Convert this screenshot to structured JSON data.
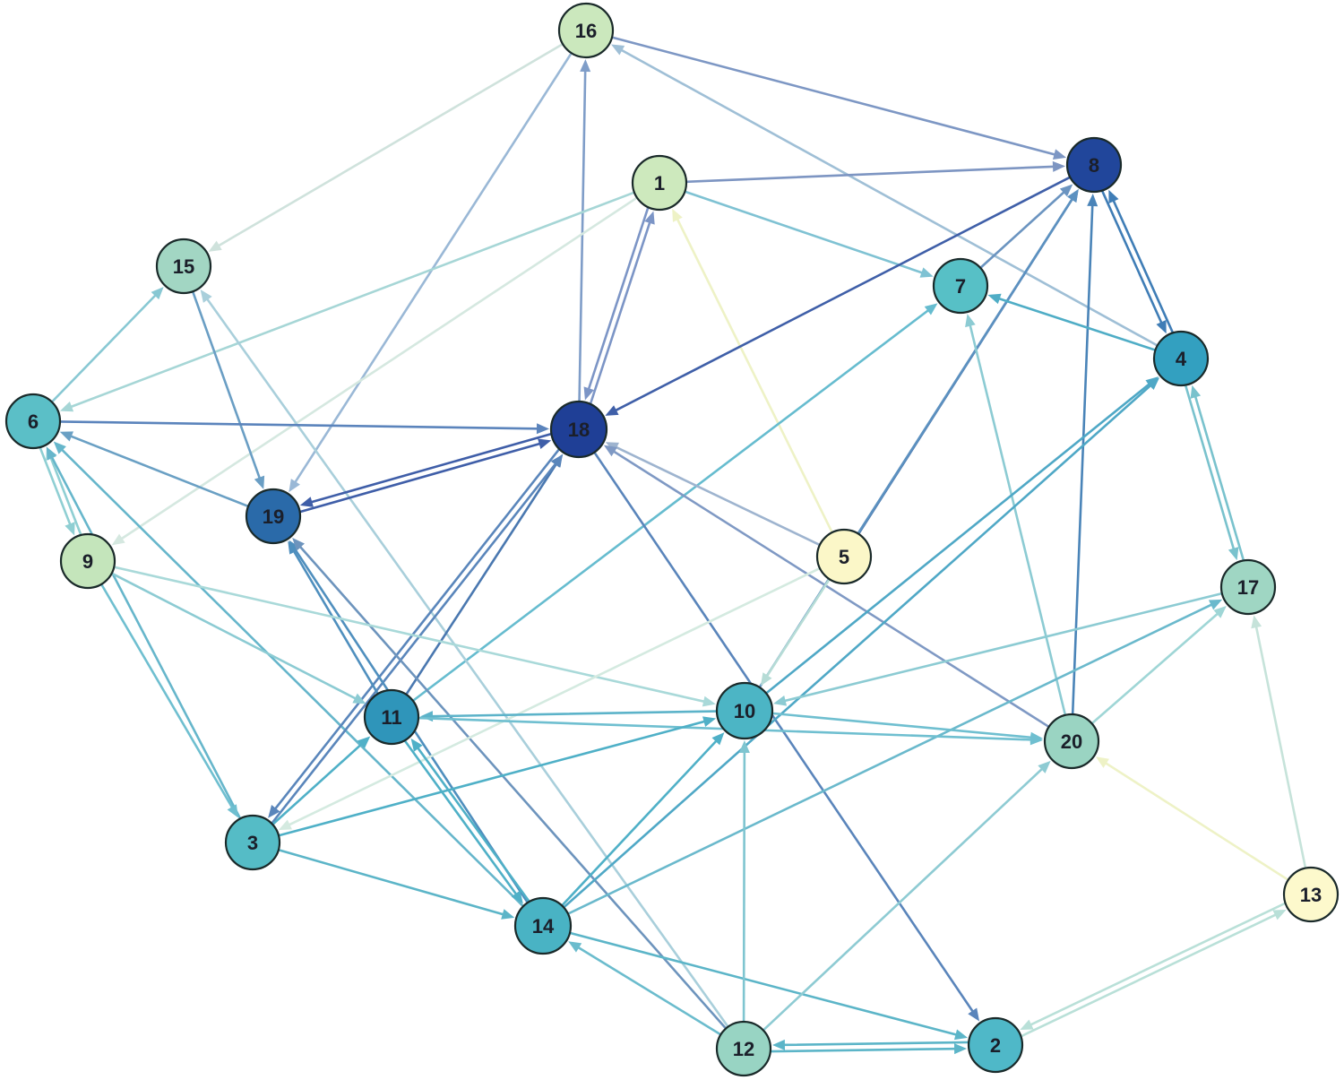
{
  "nodes": [
    {
      "id": "1",
      "label": "1",
      "color": "#cde9bd"
    },
    {
      "id": "2",
      "label": "2",
      "color": "#4fb8c8"
    },
    {
      "id": "3",
      "label": "3",
      "color": "#55bcc6"
    },
    {
      "id": "4",
      "label": "4",
      "color": "#33a0c0"
    },
    {
      "id": "5",
      "label": "5",
      "color": "#fbf7c8"
    },
    {
      "id": "6",
      "label": "6",
      "color": "#5bbfc7"
    },
    {
      "id": "7",
      "label": "7",
      "color": "#57c0c6"
    },
    {
      "id": "8",
      "label": "8",
      "color": "#21469b"
    },
    {
      "id": "9",
      "label": "9",
      "color": "#c4e5bb"
    },
    {
      "id": "10",
      "label": "10",
      "color": "#4cb5c5"
    },
    {
      "id": "11",
      "label": "11",
      "color": "#2f95ba"
    },
    {
      "id": "12",
      "label": "12",
      "color": "#98d4c3"
    },
    {
      "id": "13",
      "label": "13",
      "color": "#fdf9cc"
    },
    {
      "id": "14",
      "label": "14",
      "color": "#49b3c4"
    },
    {
      "id": "15",
      "label": "15",
      "color": "#a2d6c3"
    },
    {
      "id": "16",
      "label": "16",
      "color": "#cbe8bd"
    },
    {
      "id": "17",
      "label": "17",
      "color": "#9fd6c3"
    },
    {
      "id": "18",
      "label": "18",
      "color": "#1f3f96"
    },
    {
      "id": "19",
      "label": "19",
      "color": "#2a6aa9"
    },
    {
      "id": "20",
      "label": "20",
      "color": "#9ad4c2"
    }
  ],
  "edges": [
    {
      "source": "16",
      "target": "8",
      "color": "#7d97c4"
    },
    {
      "source": "16",
      "target": "15",
      "color": "#cfe2dc"
    },
    {
      "source": "16",
      "target": "19",
      "color": "#9ab8d6"
    },
    {
      "source": "18",
      "target": "16",
      "color": "#7f9dc8"
    },
    {
      "source": "4",
      "target": "16",
      "color": "#9fbfd6"
    },
    {
      "source": "1",
      "target": "8",
      "color": "#7d95c2"
    },
    {
      "source": "1",
      "target": "7",
      "color": "#7fc2d3"
    },
    {
      "source": "1",
      "target": "6",
      "color": "#a6d6d6"
    },
    {
      "source": "1",
      "target": "9",
      "color": "#d5e8e0"
    },
    {
      "source": "18",
      "target": "1",
      "color": "#7c95c6"
    },
    {
      "source": "1",
      "target": "18",
      "color": "#7c95c6"
    },
    {
      "source": "5",
      "target": "1",
      "color": "#eef2c6"
    },
    {
      "source": "8",
      "target": "18",
      "color": "#3f5fa8"
    },
    {
      "source": "7",
      "target": "8",
      "color": "#6b94c0"
    },
    {
      "source": "4",
      "target": "8",
      "color": "#3f7db6"
    },
    {
      "source": "8",
      "target": "4",
      "color": "#3f7db6"
    },
    {
      "source": "5",
      "target": "8",
      "color": "#4a76ad"
    },
    {
      "source": "20",
      "target": "8",
      "color": "#4a84b8"
    },
    {
      "source": "10",
      "target": "8",
      "color": "#5c91c0"
    },
    {
      "source": "4",
      "target": "7",
      "color": "#4fadc6"
    },
    {
      "source": "11",
      "target": "7",
      "color": "#66bccf"
    },
    {
      "source": "20",
      "target": "7",
      "color": "#8ccbd3"
    },
    {
      "source": "6",
      "target": "15",
      "color": "#88c8d3"
    },
    {
      "source": "15",
      "target": "19",
      "color": "#6a9ec4"
    },
    {
      "source": "12",
      "target": "15",
      "color": "#a9cfdb"
    },
    {
      "source": "6",
      "target": "18",
      "color": "#5b84bc"
    },
    {
      "source": "19",
      "target": "6",
      "color": "#6aa0c4"
    },
    {
      "source": "6",
      "target": "9",
      "color": "#8fcfd3"
    },
    {
      "source": "9",
      "target": "6",
      "color": "#8fcfd3"
    },
    {
      "source": "14",
      "target": "6",
      "color": "#66b6cb"
    },
    {
      "source": "3",
      "target": "6",
      "color": "#66b6cb"
    },
    {
      "source": "18",
      "target": "19",
      "color": "#3f5ea8"
    },
    {
      "source": "19",
      "target": "18",
      "color": "#3f5ea8"
    },
    {
      "source": "11",
      "target": "18",
      "color": "#4a78b0"
    },
    {
      "source": "3",
      "target": "18",
      "color": "#5a86bb"
    },
    {
      "source": "18",
      "target": "3",
      "color": "#5a86bb"
    },
    {
      "source": "5",
      "target": "18",
      "color": "#9eb4cf"
    },
    {
      "source": "20",
      "target": "18",
      "color": "#7f99c4"
    },
    {
      "source": "18",
      "target": "2",
      "color": "#5a85bb"
    },
    {
      "source": "11",
      "target": "19",
      "color": "#4f8fbe"
    },
    {
      "source": "14",
      "target": "19",
      "color": "#4f8fbe"
    },
    {
      "source": "12",
      "target": "19",
      "color": "#6d94bd"
    },
    {
      "source": "9",
      "target": "11",
      "color": "#8ccbd3"
    },
    {
      "source": "9",
      "target": "10",
      "color": "#a9d9d9"
    },
    {
      "source": "5",
      "target": "10",
      "color": "#b6dcd6"
    },
    {
      "source": "5",
      "target": "3",
      "color": "#d4eae0"
    },
    {
      "source": "10",
      "target": "4",
      "color": "#4fa8c6"
    },
    {
      "source": "14",
      "target": "4",
      "color": "#4fa8c6"
    },
    {
      "source": "4",
      "target": "17",
      "color": "#79c2cd"
    },
    {
      "source": "17",
      "target": "4",
      "color": "#79c2cd"
    },
    {
      "source": "17",
      "target": "10",
      "color": "#8ccbd3"
    },
    {
      "source": "14",
      "target": "17",
      "color": "#6ab9cc"
    },
    {
      "source": "20",
      "target": "17",
      "color": "#9fd6d6"
    },
    {
      "source": "13",
      "target": "17",
      "color": "#c6e3da"
    },
    {
      "source": "10",
      "target": "11",
      "color": "#5cb3c9"
    },
    {
      "source": "11",
      "target": "20",
      "color": "#6fbfd0"
    },
    {
      "source": "10",
      "target": "20",
      "color": "#6fbfd0"
    },
    {
      "source": "3",
      "target": "10",
      "color": "#4fb0c7"
    },
    {
      "source": "3",
      "target": "14",
      "color": "#5cb5c8"
    },
    {
      "source": "3",
      "target": "11",
      "color": "#4fb0c7"
    },
    {
      "source": "11",
      "target": "14",
      "color": "#4fb0c7"
    },
    {
      "source": "14",
      "target": "11",
      "color": "#4fb0c7"
    },
    {
      "source": "14",
      "target": "10",
      "color": "#4fb0c7"
    },
    {
      "source": "14",
      "target": "2",
      "color": "#5cb5c8"
    },
    {
      "source": "12",
      "target": "14",
      "color": "#6bbccd"
    },
    {
      "source": "12",
      "target": "10",
      "color": "#7fc5d0"
    },
    {
      "source": "12",
      "target": "2",
      "color": "#5cb5c8"
    },
    {
      "source": "2",
      "target": "12",
      "color": "#5cb5c8"
    },
    {
      "source": "12",
      "target": "20",
      "color": "#8ecbd3"
    },
    {
      "source": "13",
      "target": "2",
      "color": "#b9e0d8"
    },
    {
      "source": "2",
      "target": "13",
      "color": "#b9e0d8"
    },
    {
      "source": "13",
      "target": "20",
      "color": "#eef2c6"
    },
    {
      "source": "9",
      "target": "3",
      "color": "#6fbfd0"
    }
  ]
}
